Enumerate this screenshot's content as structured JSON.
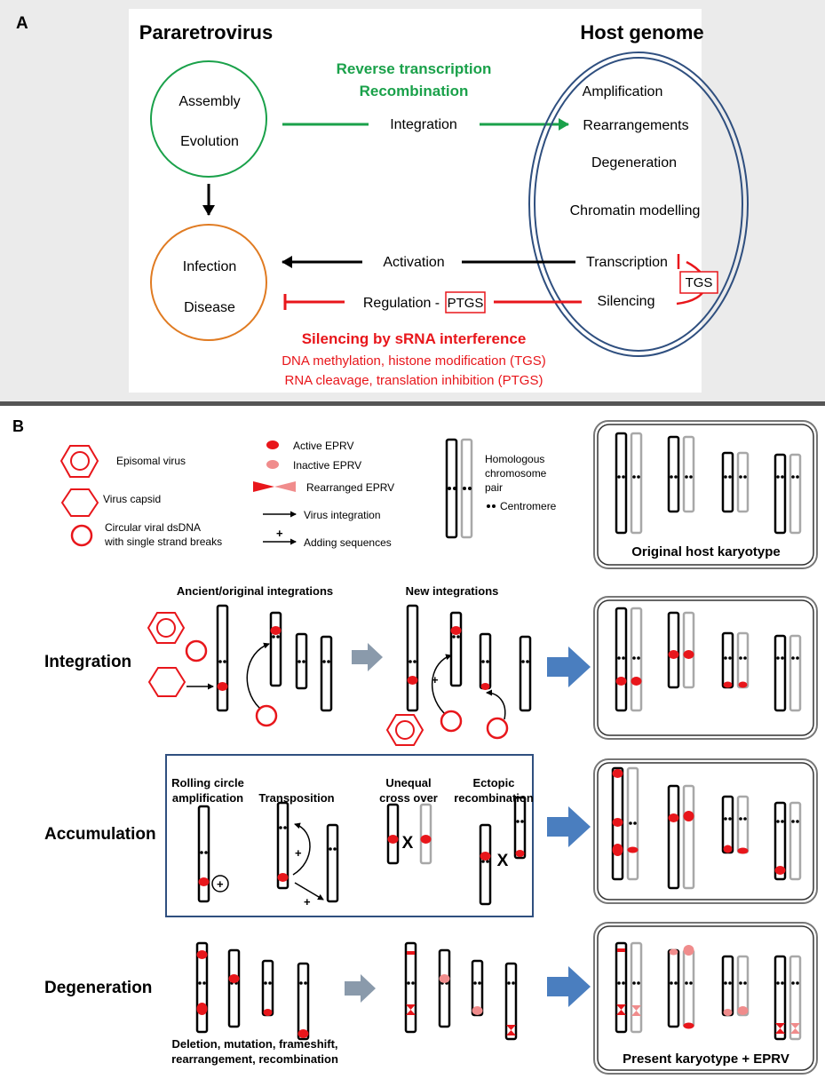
{
  "panelA": {
    "letter": "A",
    "left_title": "Pararetrovirus",
    "right_title": "Host genome",
    "virus_circle": [
      "Assembly",
      "Evolution"
    ],
    "disease_circle": [
      "Infection",
      "Disease"
    ],
    "green_line1": "Reverse transcription",
    "green_line2": "Recombination",
    "integration": "Integration",
    "activation": "Activation",
    "regulation": "Regulation -",
    "ptgs": "PTGS",
    "tgs": "TGS",
    "host_items": [
      "Amplification",
      "Rearrangements",
      "Degeneration",
      "Chromatin modelling",
      "Transcription",
      "Silencing"
    ],
    "silencing_title": "Silencing by sRNA interference",
    "silencing_line1": "DNA methylation, histone modification (TGS)",
    "silencing_line2": "RNA cleavage, translation inhibition (PTGS)",
    "colors": {
      "green": "#1aa14a",
      "red": "#e8161b",
      "orange": "#e07b22",
      "navy": "#2f4f7f"
    }
  },
  "panelB": {
    "letter": "B",
    "legend": {
      "episomal": "Episomal virus",
      "capsid": "Virus capsid",
      "circular1": "Circular viral dsDNA",
      "circular2": "with single strand breaks",
      "active": "Active EPRV",
      "inactive": "Inactive EPRV",
      "rearranged": "Rearranged EPRV",
      "integration": "Virus integration",
      "plus": "+",
      "adding": "Adding  sequences",
      "homologous1": "Homologous",
      "homologous2": "chromosome",
      "homologous3": "pair",
      "centromere": "Centromere"
    },
    "original_karyotype": "Original host karyotype",
    "rows": {
      "integration": "Integration",
      "accumulation": "Accumulation",
      "degeneration": "Degeneration"
    },
    "ancient": "Ancient/original integrations",
    "new": "New integrations",
    "plus": "+",
    "x": "X",
    "accum_labels": {
      "rolling1": "Rolling circle",
      "rolling2": "amplification",
      "transposition": "Transposition",
      "unequal1": "Unequal",
      "unequal2": "cross over",
      "ectopic1": "Ectopic",
      "ectopic2": "recombination"
    },
    "degeneration_caption1": "Deletion, mutation, frameshift,",
    "degeneration_caption2": "rearrangement, recombination",
    "present_karyotype": "Present karyotype + EPRV",
    "colors": {
      "active": "#e8161b",
      "inactive": "#f08c8c",
      "arrow_blue": "#4a7ebf",
      "arrow_gray": "#8a9aab",
      "homolog_gray": "#a8a8a8"
    }
  }
}
